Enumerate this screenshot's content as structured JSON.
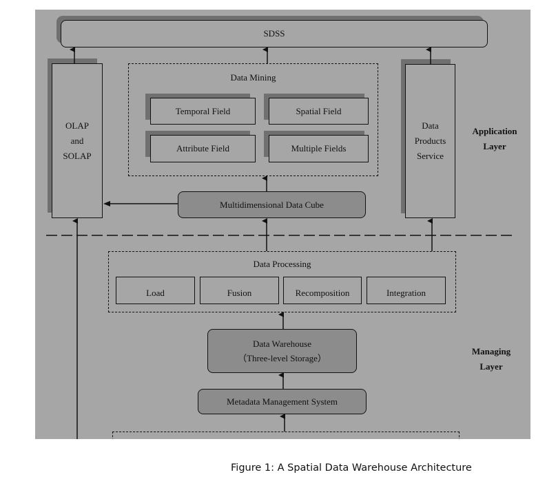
{
  "diagram": {
    "top": {
      "sdss": "SDSS"
    },
    "application_layer": {
      "label_line1": "Application",
      "label_line2": "Layer",
      "olap": {
        "line1": "OLAP",
        "line2": "and",
        "line3": "SOLAP"
      },
      "data_mining": {
        "title": "Data Mining",
        "fields": [
          "Temporal Field",
          "Spatial Field",
          "Attribute Field",
          "Multiple Fields"
        ]
      },
      "data_products": {
        "line1": "Data",
        "line2": "Products",
        "line3": "Service"
      },
      "cube": "Multidimensional Data Cube"
    },
    "managing_layer": {
      "label_line1": "Managing",
      "label_line2": "Layer",
      "data_processing": {
        "title": "Data Processing",
        "steps": [
          "Load",
          "Fusion",
          "Recomposition",
          "Integration"
        ]
      },
      "warehouse": {
        "line1": "Data Warehouse",
        "line2": "（Three-level Storage）"
      },
      "metadata": "Metadata Management System"
    }
  },
  "caption": "Figure 1: A Spatial Data Warehouse Architecture",
  "colors": {
    "background": "#a6a6a6",
    "shadow": "#707070",
    "dark_box": "#8c8c8c",
    "line": "#111111"
  }
}
